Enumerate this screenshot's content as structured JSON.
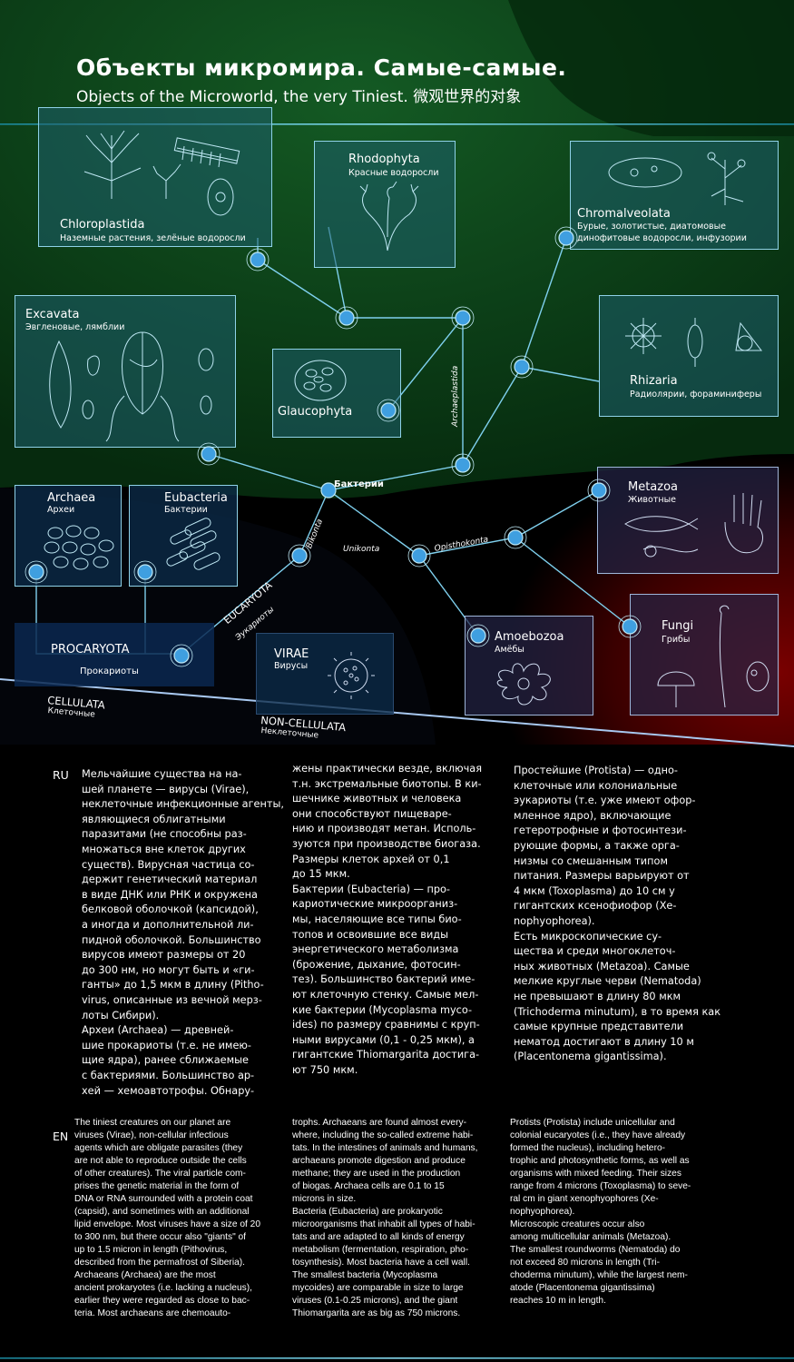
{
  "title": {
    "ru": "Объекты микромира. Самые-самые.",
    "en": "Objects of the Microworld, the very Tiniest.  微观世界的对象"
  },
  "groups": {
    "chloroplastida": {
      "name": "Chloroplastida",
      "sub": "Наземные растения, зелёные водоросли"
    },
    "rhodophyta": {
      "name": "Rhodophyta",
      "sub": "Красные водоросли"
    },
    "chromalveolata": {
      "name": "Chromalveolata",
      "sub1": "Бурые, золотистые, диатомовые",
      "sub2": "динофитовые водоросли, инфузории"
    },
    "excavata": {
      "name": "Excavata",
      "sub": "Эвгленовые, лямблии"
    },
    "glaucophyta": {
      "name": "Glaucophyta"
    },
    "rhizaria": {
      "name": "Rhizaria",
      "sub": "Радиолярии, фораминиферы"
    },
    "archaea": {
      "name": "Archaea",
      "sub": "Археи"
    },
    "eubacteria": {
      "name": "Eubacteria",
      "sub": "Бактерии"
    },
    "metazoa": {
      "name": "Metazoa",
      "sub": "Животные"
    },
    "fungi": {
      "name": "Fungi",
      "sub": "Грибы"
    },
    "amoebozoa": {
      "name": "Amoebozoa",
      "sub": "Амёбы"
    },
    "virae": {
      "name": "VIRAE",
      "sub": "Вирусы"
    }
  },
  "branches": {
    "archaeplastida": "Archaeplastida",
    "bakterii": "Бактерии",
    "bikonta": "Bikonta",
    "unikonta": "Unikonta",
    "opisthokonta": "Opisthokonta",
    "eucaryota": "EUCARYOTA",
    "eucaryota_ru": "Эукариоты",
    "procaryota": "PROCARYOTA",
    "procaryota_ru": "Прокариоты"
  },
  "domains": {
    "cellulata": "CELLULATA",
    "cellulata_ru": "Клеточные",
    "noncellulata": "NON-CELLULATA",
    "noncellulata_ru": "Неклеточные"
  },
  "body": {
    "ru_label": "RU",
    "en_label": "EN",
    "ru_col1": [
      "Мельчайшие существа на на-",
      "шей планете — вирусы (Virae),",
      "неклеточные инфекционные агенты,",
      "являющиеся облигатными",
      "паразитами (не способны раз-",
      "множаться вне клеток других",
      "существ). Вирусная частица со-",
      "держит генетический материал",
      "в виде ДНК или РНК и окружена",
      "белковой оболочкой (капсидой),",
      "а иногда и дополнительной ли-",
      "пидной оболочкой. Большинство",
      "вирусов имеют размеры от 20",
      "до 300 нм, но могут быть и «ги-",
      "ганты» до 1,5 мкм в длину (Pitho-",
      "virus, описанные из вечной мерз-",
      "лоты Сибири).",
      "Археи (Archaea) — древней-",
      "шие прокариоты (т.е. не имею-",
      "щие ядра), ранее сближаемые",
      "с бактериями. Большинство ар-",
      "хей — хемоавтотрофы. Обнару-"
    ],
    "ru_col2": [
      "жены практически везде, включая",
      "т.н. экстремальные биотопы. В ки-",
      "шечнике животных и человека",
      "они способствуют пищеваре-",
      "нию и производят метан. Исполь-",
      "зуются при производстве биогаза.",
      "Размеры клеток архей от 0,1",
      "до 15 мкм.",
      "Бактерии (Eubacteria) — про-",
      "кариотические микроорганиз-",
      "мы, населяющие все типы био-",
      "топов и освоившие все виды",
      "энергетического метаболизма",
      "(брожение, дыхание, фотосин-",
      "тез). Большинство бактерий име-",
      "ют клеточную стенку. Самые мел-",
      "кие бактерии (Mycoplasma myco-",
      "ides) по размеру сравнимы с круп-",
      "ными вирусами (0,1 - 0,25 мкм), а",
      "гигантские Thiomargarita достига-",
      "ют 750 мкм."
    ],
    "ru_col3": [
      "Простейшие (Protista) — одно-",
      "клеточные или колониальные",
      "эукариоты (т.е. уже имеют офор-",
      "мленное ядро), включающие",
      "гетеротрофные и фотосинтези-",
      "рующие формы, а также орга-",
      "низмы со смешанным типом",
      "питания. Размеры варьируют от",
      "4 мкм (Toxoplasma) до 10 см у",
      "гигантских ксенофиофор (Хе-",
      "nophyophorea).",
      "Есть микроскопические су-",
      "щества и среди многоклеточ-",
      "ных животных (Metazoa). Самые",
      "мелкие круглые черви (Nematoda)",
      "не превышают в длину 80 мкм",
      "(Trichoderma minutum), в то время как",
      "самые крупные представители",
      "нематод достигают в длину 10 м",
      "(Placentonema gigantissima)."
    ],
    "en_col1": [
      "The tiniest creatures on our planet are",
      "viruses (Virae), non-cellular infectious",
      "agents which are obligate parasites (they",
      "are not able to reproduce outside the cells",
      "of other creatures). The viral particle com-",
      "prises the genetic material in the form of",
      "DNA or RNA surrounded with a protein coat",
      "(capsid), and sometimes with an additional",
      "lipid envelope. Most viruses have a size of 20",
      "to 300 nm, but there occur also \"giants\" of",
      "up to 1.5 micron in length (Pithovirus,",
      "described from the permafrost of Siberia).",
      "Archaeans (Archaea) are the most",
      "ancient prokaryotes (i.e. lacking a nucleus),",
      "earlier they were regarded as close to bac-",
      "teria. Most archaeans are chemoauto-"
    ],
    "en_col2": [
      "trophs. Archaeans are found almost every-",
      "where, including the so-called extreme habi-",
      "tats. In the intestines of animals and humans,",
      "archaeans promote digestion and produce",
      "methane; they are used in the production",
      "of biogas. Archaea cells are 0.1 to 15",
      "microns in size.",
      "Bacteria (Eubacteria) are prokaryotic",
      "microorganisms that inhabit all types of habi-",
      "tats and are adapted to all kinds of energy",
      "metabolism (fermentation, respiration, pho-",
      "tosynthesis). Most bacteria have a cell wall.",
      "The smallest bacteria (Mycoplasma",
      "mycoides) are comparable in size to large",
      "viruses (0.1-0.25 microns), and the giant",
      "Thiomargarita are as big as 750 microns."
    ],
    "en_col3": [
      "Protists (Protista) include unicellular and",
      "colonial eucaryotes (i.e., they have already",
      "formed the nucleus), including hetero-",
      "trophic and photosynthetic forms, as well as",
      "organisms with mixed feeding. Their sizes",
      "range from 4 microns (Toxoplasma) to seve-",
      "ral cm in giant xenophyophores (Xe-",
      "nophyophorea).",
      "Microscopic creatures occur also",
      "among multicellular animals (Metazoa).",
      "The smallest roundworms (Nematoda) do",
      "not exceed 80 microns in length (Tri-",
      "choderma minutum), while the largest nem-",
      "atode (Placentonema gigantissima)",
      "reaches 10 m in length."
    ]
  },
  "colors": {
    "line": "#7fd0ee",
    "node": "#3f9fe0",
    "green": "#0f4a1c",
    "red": "#6a0000"
  }
}
